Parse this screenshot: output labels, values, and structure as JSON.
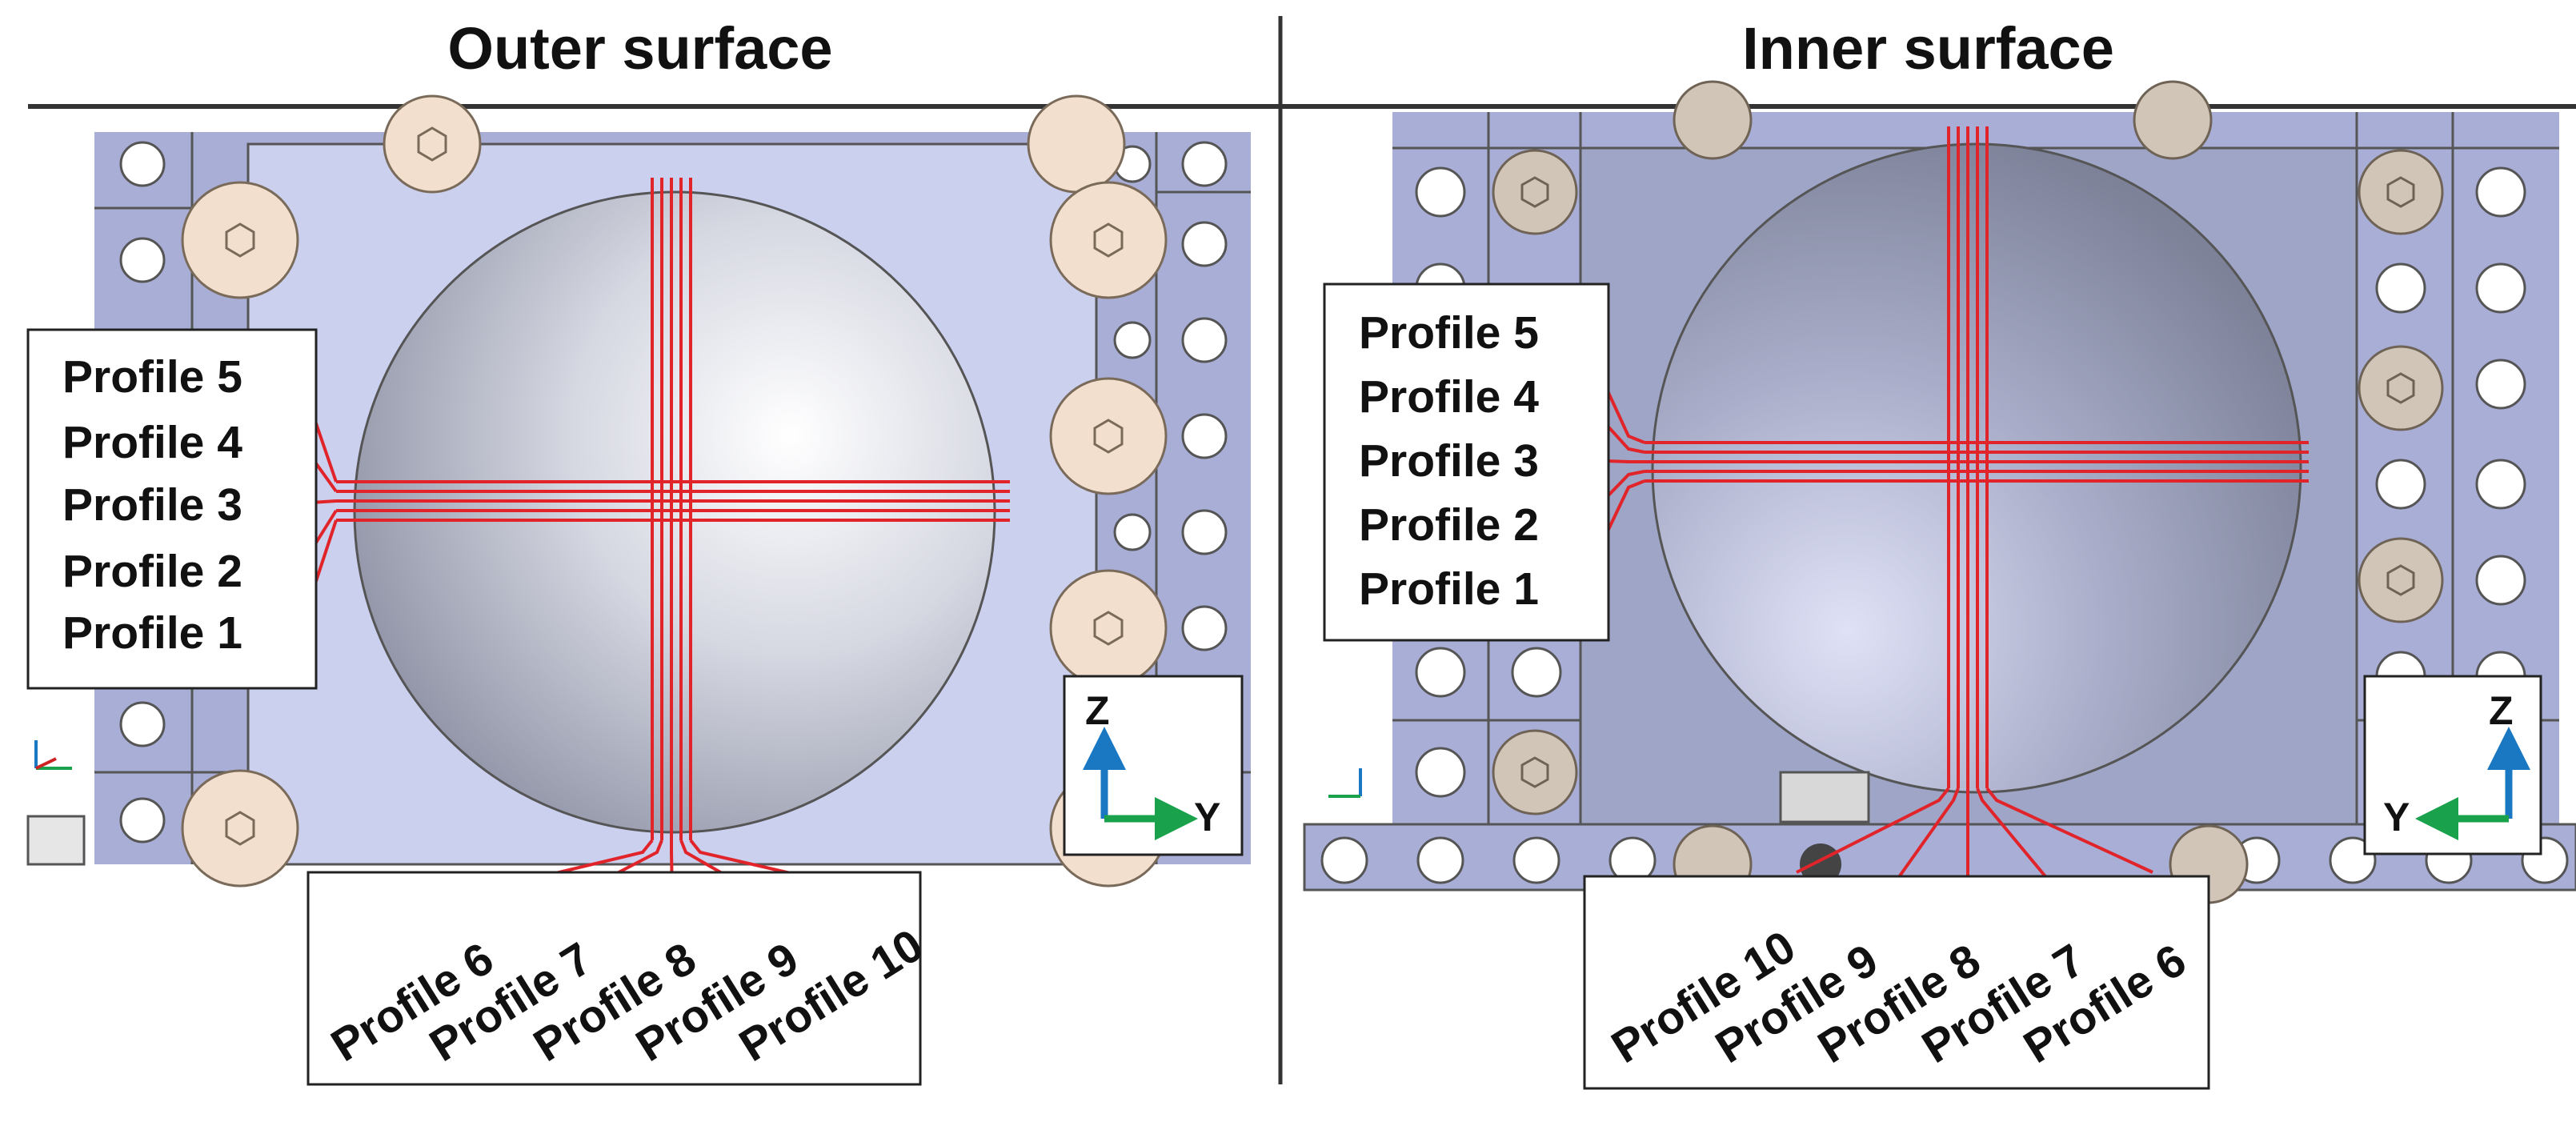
{
  "titles": {
    "outer": "Outer surface",
    "inner": "Inner surface"
  },
  "profiles": {
    "outer_horizontal": [
      "Profile 5",
      "Profile 4",
      "Profile 3",
      "Profile 2",
      "Profile 1"
    ],
    "outer_vertical": [
      "Profile 6",
      "Profile 7",
      "Profile 8",
      "Profile 9",
      "Profile 10"
    ],
    "inner_horizontal": [
      "Profile 5",
      "Profile 4",
      "Profile 3",
      "Profile 2",
      "Profile 1"
    ],
    "inner_vertical": [
      "Profile 10",
      "Profile 9",
      "Profile 8",
      "Profile 7",
      "Profile 6"
    ]
  },
  "axes": {
    "outer": {
      "up": "Z",
      "side": "Y"
    },
    "inner": {
      "up": "Z",
      "side": "Y"
    }
  },
  "colors": {
    "profile_line": "#e0242a",
    "frame": "#a9aed6",
    "plate_outer": "#cbd0ef",
    "plate_inner": "#9ea5c6",
    "bolt": "#f3dfcd",
    "axis_z": "#1a78c2",
    "axis_y": "#1aa14c"
  }
}
